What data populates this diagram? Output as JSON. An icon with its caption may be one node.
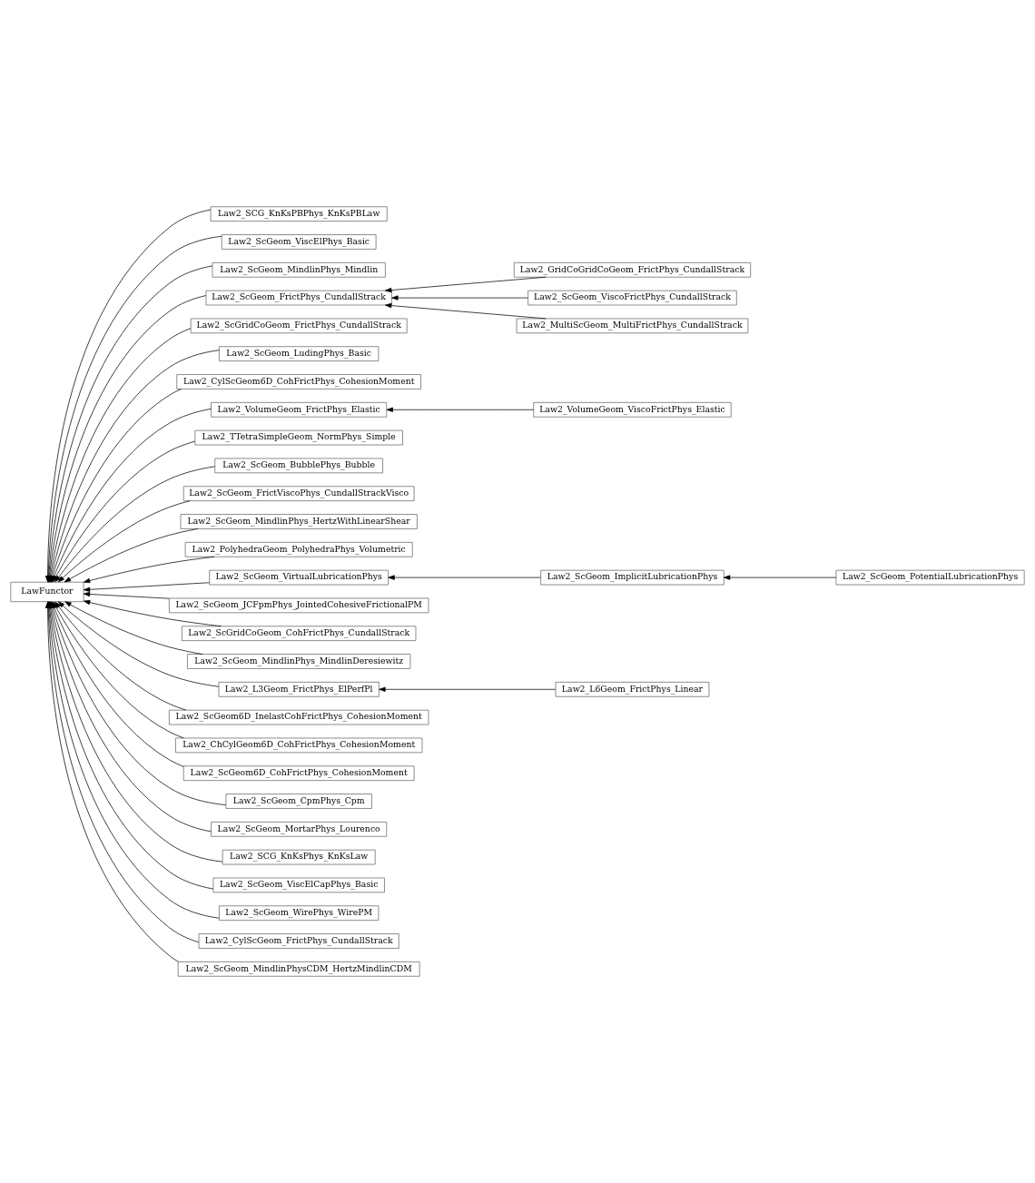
{
  "diagram": {
    "nodes": [
      {
        "text": [
          "LawFunctor"
        ]
      },
      {
        "text": [
          "Law2_SCG_KnKsPBPhys_KnKsPBLaw"
        ]
      },
      {
        "text": [
          "Law2_ScGeom_ViscElPhys_Basic"
        ]
      },
      {
        "text": [
          "Law2_ScGeom_MindlinPhys_Mindlin"
        ]
      },
      {
        "text": [
          "Law2_ScGeom_FrictPhys_CundallStrack"
        ]
      },
      {
        "text": [
          "Law2_ScGridCoGeom_FrictPhys_CundallStrack"
        ]
      },
      {
        "text": [
          "Law2_ScGeom_LudingPhys_Basic"
        ]
      },
      {
        "text": [
          "Law2_CylScGeom6D_CohFrictPhys_CohesionMoment"
        ]
      },
      {
        "text": [
          "Law2_VolumeGeom_FrictPhys_Elastic"
        ]
      },
      {
        "text": [
          "Law2_TTetraSimpleGeom_NormPhys_Simple"
        ]
      },
      {
        "text": [
          "Law2_ScGeom_BubblePhys_Bubble"
        ]
      },
      {
        "text": [
          "Law2_ScGeom_FrictViscoPhys_CundallStrackVisco"
        ]
      },
      {
        "text": [
          "Law2_ScGeom_MindlinPhys_HertzWithLinearShear"
        ]
      },
      {
        "text": [
          "Law2_PolyhedraGeom_PolyhedraPhys_Volumetric"
        ]
      },
      {
        "text": [
          "Law2_ScGeom_VirtualLubricationPhys"
        ]
      },
      {
        "text": [
          "Law2_ScGeom_JCFpmPhys_JointedCohesiveFrictionalPM"
        ]
      },
      {
        "text": [
          "Law2_ScGridCoGeom_CohFrictPhys_CundallStrack"
        ]
      },
      {
        "text": [
          "Law2_ScGeom_MindlinPhys_MindlinDeresiewitz"
        ]
      },
      {
        "text": [
          "Law2_L3Geom_FrictPhys_ElPerfPl"
        ]
      },
      {
        "text": [
          "Law2_ScGeom6D_InelastCohFrictPhys_CohesionMoment"
        ]
      },
      {
        "text": [
          "Law2_ChCylGeom6D_CohFrictPhys_CohesionMoment"
        ]
      },
      {
        "text": [
          "Law2_ScGeom6D_CohFrictPhys_CohesionMoment"
        ]
      },
      {
        "text": [
          "Law2_ScGeom_CpmPhys_Cpm"
        ]
      },
      {
        "text": [
          "Law2_ScGeom_MortarPhys_Lourenco"
        ]
      },
      {
        "text": [
          "Law2_SCG_KnKsPhys_KnKsLaw"
        ]
      },
      {
        "text": [
          "Law2_ScGeom_ViscElCapPhys_Basic"
        ]
      },
      {
        "text": [
          "Law2_ScGeom_WirePhys_WirePM"
        ]
      },
      {
        "text": [
          "Law2_CylScGeom_FrictPhys_CundallStrack"
        ]
      },
      {
        "text": [
          "Law2_ScGeom_MindlinPhysCDM_HertzMindlinCDM"
        ]
      },
      {
        "text": [
          "Law2_GridCoGridCoGeom_FrictPhys_CundallStrack"
        ]
      },
      {
        "text": [
          "Law2_ScGeom_ViscoFrictPhys_CundallStrack"
        ]
      },
      {
        "text": [
          "Law2_MultiScGeom_MultiFrictPhys_CundallStrack"
        ]
      },
      {
        "text": [
          "Law2_VolumeGeom_ViscoFrictPhys_Elastic"
        ]
      },
      {
        "text": [
          "Law2_ScGeom_ImplicitLubricationPhys"
        ]
      },
      {
        "text": [
          "Law2_L6Geom_FrictPhys_Linear"
        ]
      },
      {
        "text": [
          "Law2_ScGeom_PotentialLubricationPhys"
        ]
      }
    ],
    "edges": [
      {
        "from": 1,
        "to": 0,
        "arrow": "to"
      },
      {
        "from": 2,
        "to": 0,
        "arrow": "to"
      },
      {
        "from": 3,
        "to": 0,
        "arrow": "to"
      },
      {
        "from": 4,
        "to": 0,
        "arrow": "to"
      },
      {
        "from": 5,
        "to": 0,
        "arrow": "to"
      },
      {
        "from": 6,
        "to": 0,
        "arrow": "to"
      },
      {
        "from": 7,
        "to": 0,
        "arrow": "to"
      },
      {
        "from": 8,
        "to": 0,
        "arrow": "to"
      },
      {
        "from": 9,
        "to": 0,
        "arrow": "to"
      },
      {
        "from": 10,
        "to": 0,
        "arrow": "to"
      },
      {
        "from": 11,
        "to": 0,
        "arrow": "to"
      },
      {
        "from": 12,
        "to": 0,
        "arrow": "to"
      },
      {
        "from": 13,
        "to": 0,
        "arrow": "to"
      },
      {
        "from": 14,
        "to": 0,
        "arrow": "to"
      },
      {
        "from": 15,
        "to": 0,
        "arrow": "to"
      },
      {
        "from": 16,
        "to": 0,
        "arrow": "to"
      },
      {
        "from": 17,
        "to": 0,
        "arrow": "to"
      },
      {
        "from": 18,
        "to": 0,
        "arrow": "to"
      },
      {
        "from": 19,
        "to": 0,
        "arrow": "to"
      },
      {
        "from": 20,
        "to": 0,
        "arrow": "to"
      },
      {
        "from": 21,
        "to": 0,
        "arrow": "to"
      },
      {
        "from": 22,
        "to": 0,
        "arrow": "to"
      },
      {
        "from": 23,
        "to": 0,
        "arrow": "to"
      },
      {
        "from": 24,
        "to": 0,
        "arrow": "to"
      },
      {
        "from": 25,
        "to": 0,
        "arrow": "to"
      },
      {
        "from": 26,
        "to": 0,
        "arrow": "to"
      },
      {
        "from": 27,
        "to": 0,
        "arrow": "to"
      },
      {
        "from": 28,
        "to": 0,
        "arrow": "to"
      },
      {
        "from": 29,
        "to": 4,
        "arrow": "to"
      },
      {
        "from": 30,
        "to": 4,
        "arrow": "to"
      },
      {
        "from": 31,
        "to": 4,
        "arrow": "to"
      },
      {
        "from": 32,
        "to": 8,
        "arrow": "to"
      },
      {
        "from": 33,
        "to": 14,
        "arrow": "to"
      },
      {
        "from": 34,
        "to": 18,
        "arrow": "to"
      },
      {
        "from": 35,
        "to": 33,
        "arrow": "to"
      }
    ]
  }
}
